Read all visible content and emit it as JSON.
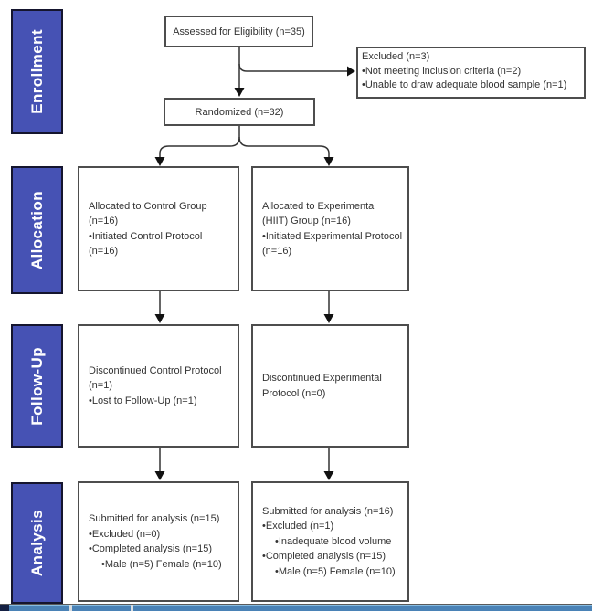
{
  "diagram": {
    "stages": [
      {
        "label": "Enrollment"
      },
      {
        "label": "Allocation"
      },
      {
        "label": "Follow-Up"
      },
      {
        "label": "Analysis"
      }
    ],
    "enrollment": {
      "assessed": "Assessed for Eligibility (n=35)",
      "excluded": {
        "line1": "Excluded (n=3)",
        "line2": "•Not meeting inclusion criteria (n=2)",
        "line3": "•Unable to draw adequate blood sample (n=1)"
      },
      "randomized": "Randomized (n=32)"
    },
    "allocation": {
      "control": {
        "line1": "Allocated to Control Group (n=16)",
        "line2": "•Initiated Control Protocol (n=16)"
      },
      "experimental": {
        "line1": "Allocated to Experimental (HIIT) Group (n=16)",
        "line2": "•Initiated Experimental Protocol (n=16)"
      }
    },
    "follow_up": {
      "control": {
        "line1": "Discontinued Control Protocol (n=1)",
        "line2": "•Lost to Follow-Up (n=1)"
      },
      "experimental": {
        "line1": "Discontinued Experimental Protocol (n=0)"
      }
    },
    "analysis": {
      "control": {
        "line1": "Submitted for analysis (n=15)",
        "line2": "•Excluded (n=0)",
        "line3": "•Completed analysis (n=15)",
        "line4": "•Male (n=5) Female (n=10)"
      },
      "experimental": {
        "line1": "Submitted for analysis (n=16)",
        "line2": "•Excluded (n=1)",
        "line3": "•Inadequate blood volume",
        "line4": "•Completed analysis (n=15)",
        "line5": "•Male (n=5) Female (n=10)"
      }
    }
  },
  "colors": {
    "stage_fill": "#4652b4",
    "stage_border": "#15152e",
    "stage_text": "#ffffff",
    "box_border": "#4d4d4d",
    "box_text": "#333333",
    "connector": "#333333",
    "bar_base": "#4a82b6",
    "bar_highlight": "#86bce2",
    "bar_dark": "#142043",
    "bar_divider": "#d7dde2"
  }
}
